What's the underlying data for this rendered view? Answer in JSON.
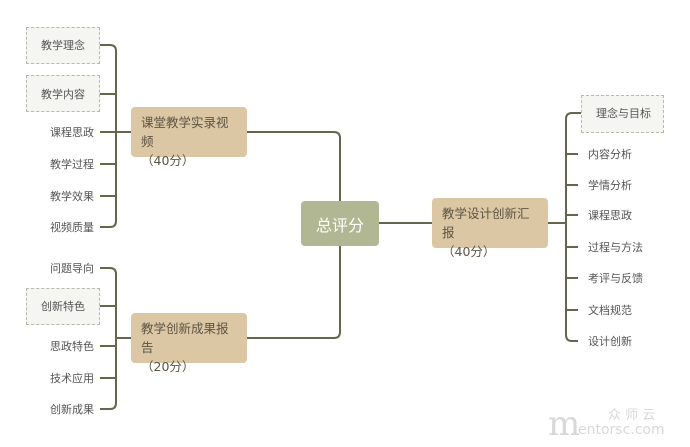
{
  "center": {
    "label": "总评分"
  },
  "branches": [
    {
      "title": "课堂教学实录视频",
      "score": "（40分）",
      "items": [
        "教学理念",
        "教学内容",
        "课程思政",
        "教学过程",
        "教学效果",
        "视频质量"
      ]
    },
    {
      "title": "教学创新成果报告",
      "score": "（20分）",
      "items": [
        "问题导向",
        "创新特色",
        "思政特色",
        "技术应用",
        "创新成果"
      ]
    },
    {
      "title": "教学设计创新汇报",
      "score": "（40分）",
      "items": [
        "理念与目标",
        "内容分析",
        "学情分析",
        "课程思政",
        "过程与方法",
        "考评与反馈",
        "文档规范",
        "设计创新"
      ]
    }
  ],
  "watermark": {
    "cn": "众 师 云",
    "en": "entorsc.com"
  },
  "colors": {
    "line": "#66664f",
    "node": "#dcc7a4",
    "center": "#b1b792"
  }
}
